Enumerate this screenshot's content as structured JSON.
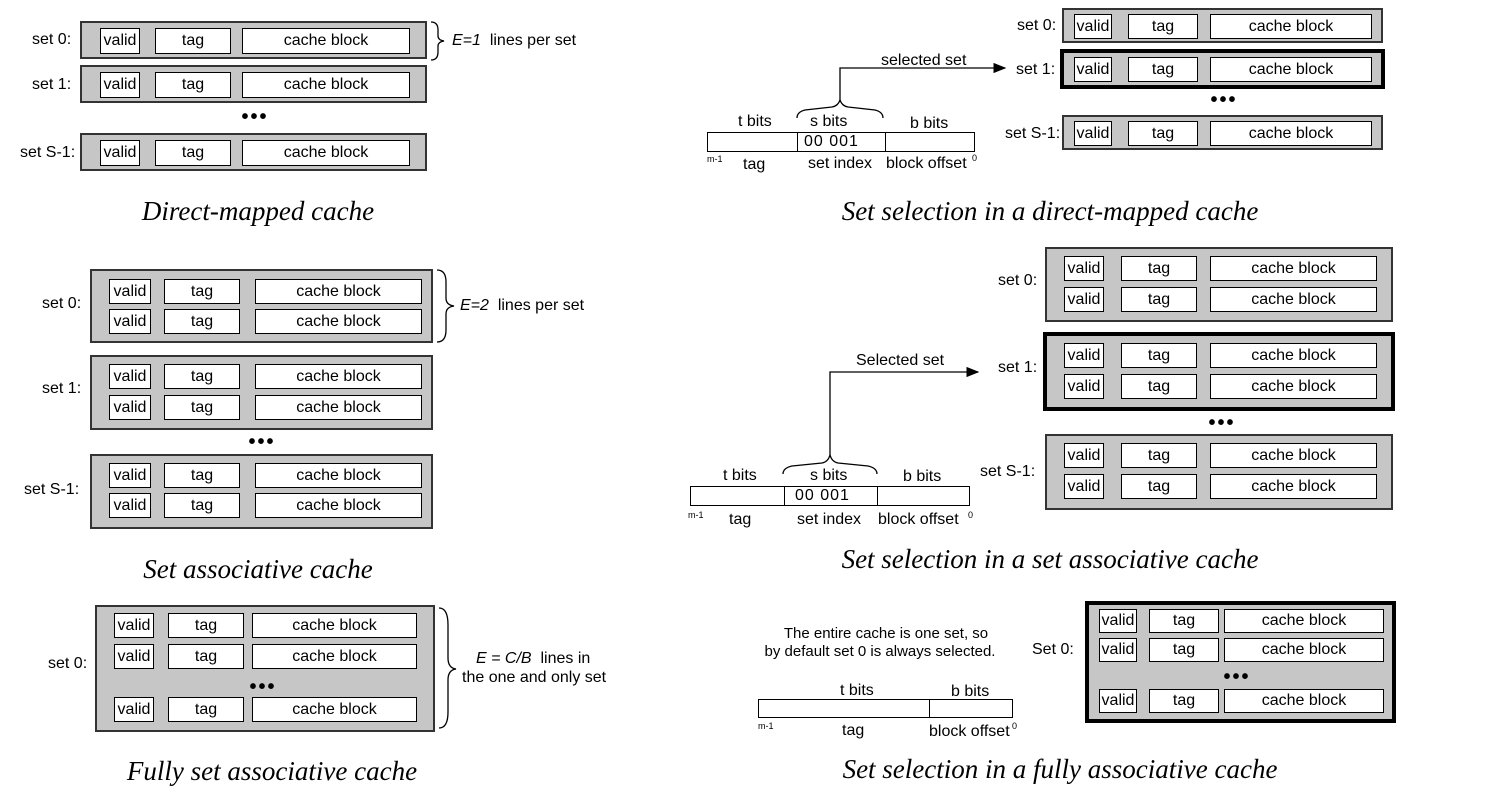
{
  "cells": {
    "valid": "valid",
    "tag": "tag",
    "block": "cache block"
  },
  "dots": "•••",
  "direct": {
    "set_labels": [
      "set 0:",
      "set 1:",
      "set S-1:"
    ],
    "brace_var": "E=1",
    "brace_rest": "lines per set",
    "caption": "Direct-mapped cache"
  },
  "setassoc": {
    "set_labels": [
      "set 0:",
      "set 1:",
      "set S-1:"
    ],
    "brace_var": "E=2",
    "brace_rest": "lines per set",
    "caption": "Set associative cache"
  },
  "fullassoc": {
    "set_label": "set 0:",
    "brace_line1_var": "E = C/B",
    "brace_line1_rest": "lines in",
    "brace_line2": "the one and only set",
    "caption": "Fully set associative cache"
  },
  "sel_direct": {
    "arrow_label": "selected set",
    "t_bits": "t bits",
    "s_bits": "s bits",
    "b_bits": "b bits",
    "set_index_value": "00 001",
    "m1": "m-1",
    "zero": "0",
    "tag_label": "tag",
    "set_index_label": "set index",
    "block_offset_label": "block offset",
    "set_labels": [
      "set 0:",
      "set 1:",
      "set S-1:"
    ],
    "caption": "Set selection in a direct-mapped cache"
  },
  "sel_setassoc": {
    "arrow_label": "Selected set",
    "t_bits": "t bits",
    "s_bits": "s bits",
    "b_bits": "b bits",
    "set_index_value": "00 001",
    "m1": "m-1",
    "zero": "0",
    "tag_label": "tag",
    "set_index_label": "set index",
    "block_offset_label": "block offset",
    "set_labels": [
      "set 0:",
      "set 1:",
      "set S-1:"
    ],
    "caption": "Set selection in a set associative cache"
  },
  "sel_full": {
    "note_line1": "The entire cache is one set, so",
    "note_line2": "by default set 0 is always selected.",
    "t_bits": "t bits",
    "b_bits": "b bits",
    "m1": "m-1",
    "zero": "0",
    "tag_label": "tag",
    "block_offset_label": "block offset",
    "set_label": "Set 0:",
    "caption": "Set selection in a fully associative cache"
  }
}
